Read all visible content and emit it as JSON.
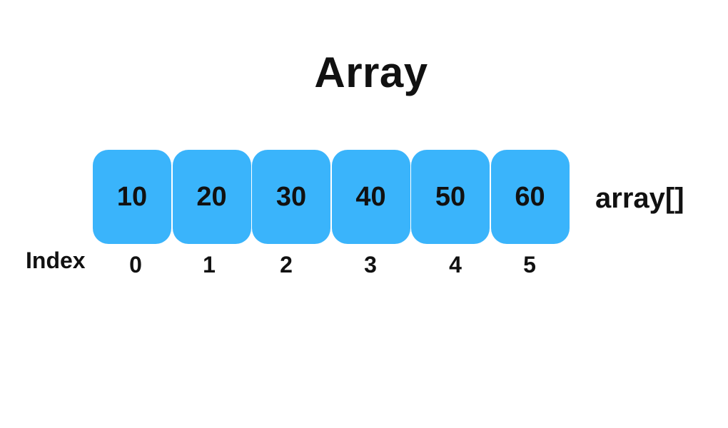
{
  "title": "Array",
  "array_name": "array[]",
  "index_label": "Index",
  "cell_color": "#3ab4fb",
  "text_color": "#111111",
  "elements": [
    {
      "value": "10",
      "index": "0"
    },
    {
      "value": "20",
      "index": "1"
    },
    {
      "value": "30",
      "index": "2"
    },
    {
      "value": "40",
      "index": "3"
    },
    {
      "value": "50",
      "index": "4"
    },
    {
      "value": "60",
      "index": "5"
    }
  ]
}
